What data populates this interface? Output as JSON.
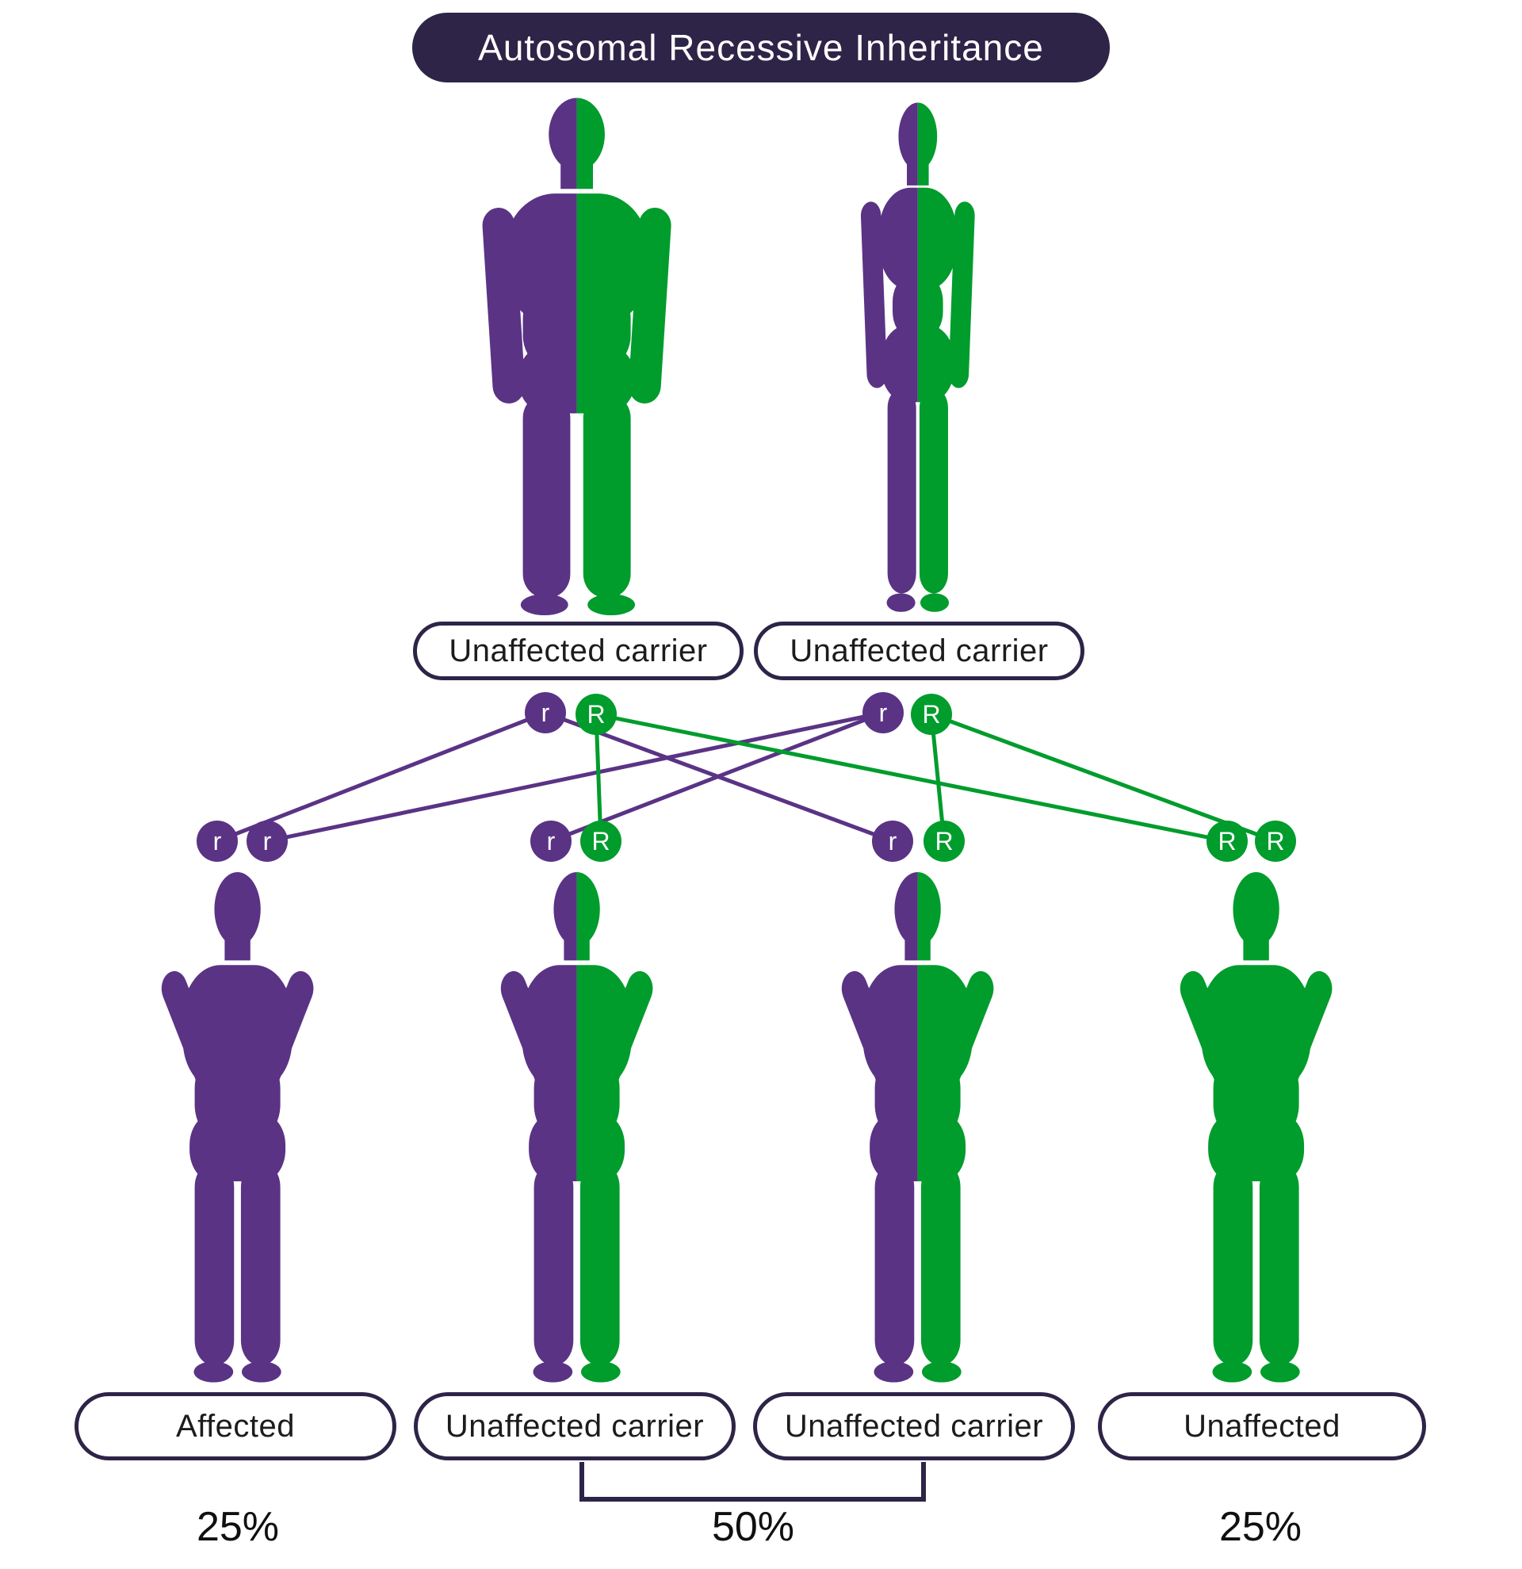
{
  "title": "Autosomal Recessive Inheritance",
  "colors": {
    "purple": "#5a3385",
    "green": "#009c2c",
    "navy": "#2e2447",
    "white": "#ffffff",
    "label_text": "#1c1c1c",
    "pct_text": "#101010"
  },
  "parents": [
    {
      "label": "Unaffected carrier",
      "genotype": [
        "r",
        "R"
      ]
    },
    {
      "label": "Unaffected carrier",
      "genotype": [
        "r",
        "R"
      ]
    }
  ],
  "children": [
    {
      "label": "Affected",
      "genotype": [
        "r",
        "r"
      ]
    },
    {
      "label": "Unaffected carrier",
      "genotype": [
        "r",
        "R"
      ]
    },
    {
      "label": "Unaffected carrier",
      "genotype": [
        "r",
        "R"
      ]
    },
    {
      "label": "Unaffected",
      "genotype": [
        "R",
        "R"
      ]
    }
  ],
  "percentages": [
    "25%",
    "50%",
    "25%"
  ]
}
